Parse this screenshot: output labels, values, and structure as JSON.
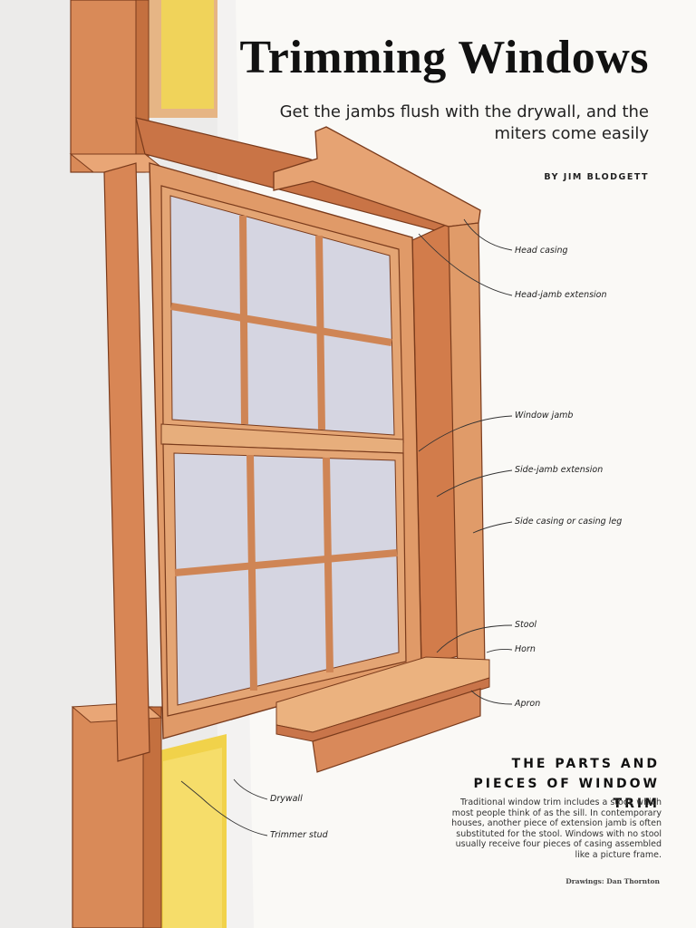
{
  "header": {
    "title": "Trimming Windows",
    "subtitle": "Get the jambs flush with the drywall, and the miters come easily",
    "byline": "BY JIM BLODGETT"
  },
  "callouts": {
    "head_casing": "Head casing",
    "head_jamb_extension": "Head-jamb extension",
    "window_jamb": "Window jamb",
    "side_jamb_extension": "Side-jamb extension",
    "side_casing": "Side casing or casing leg",
    "stool": "Stool",
    "horn": "Horn",
    "apron": "Apron",
    "drywall": "Drywall",
    "trimmer_stud": "Trimmer stud"
  },
  "sidebar": {
    "heading": "THE PARTS AND PIECES OF WINDOW TRIM",
    "body": "Traditional window trim includes a stool, which most people think of as the sill. In contemporary houses, another piece of extension jamb is often substituted for the stool. Windows with no stool usually receive four pieces of casing assembled like a picture frame."
  },
  "credit": "Drawings: Dan Thornton",
  "colors": {
    "wood": "#d9895a",
    "wood_dark": "#b8653a",
    "wood_light": "#eab07e",
    "glass": "#d6d6e2",
    "insulation": "#f1d24a",
    "wall": "#ecebea"
  }
}
